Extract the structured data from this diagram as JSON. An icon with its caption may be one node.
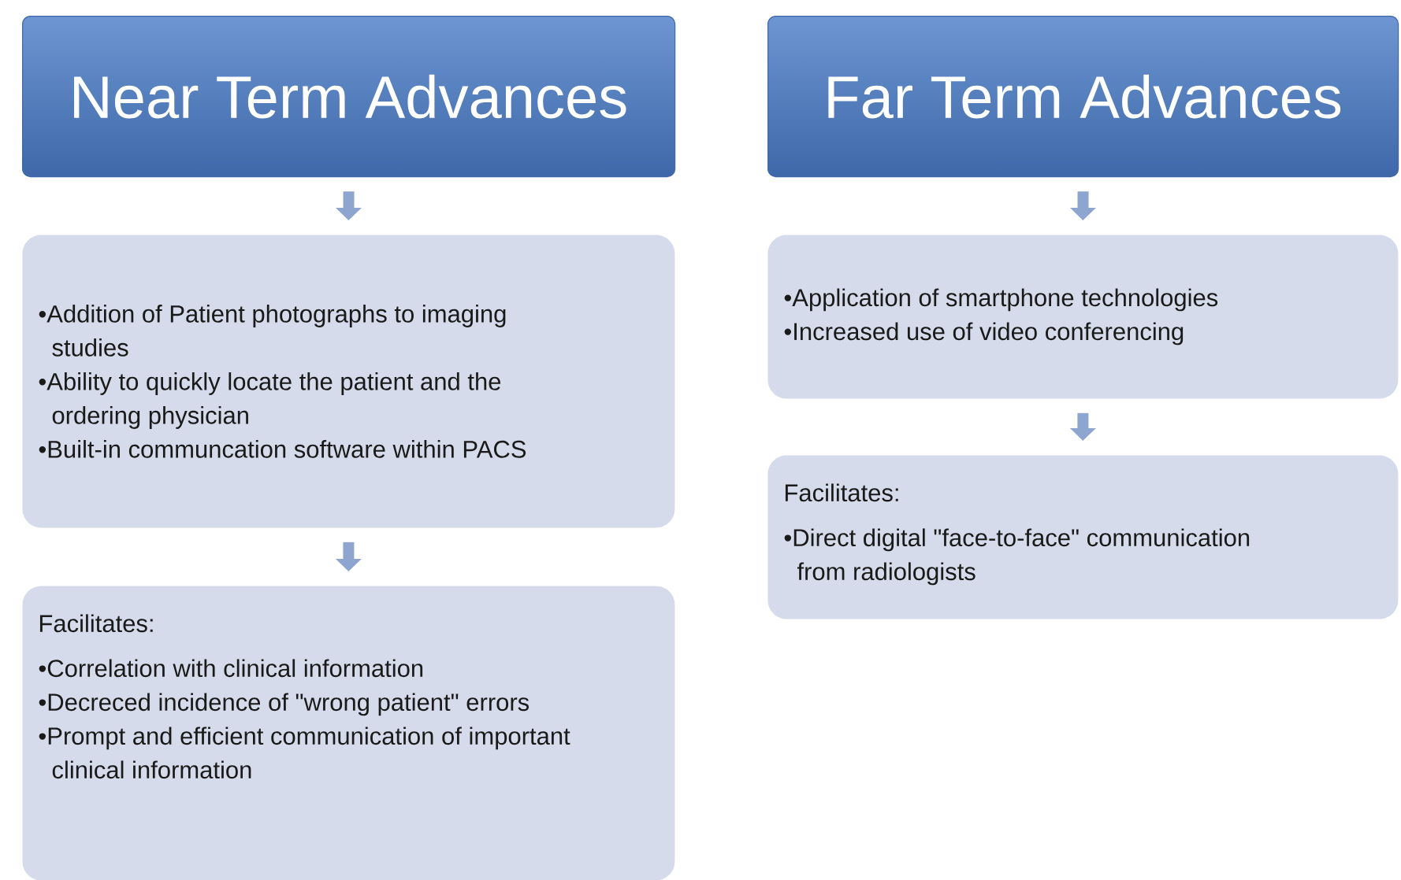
{
  "diagram": {
    "nodes": [
      {
        "text": [
          "Near Term Advances"
        ]
      },
      {
        "text": [
          "•Addition of Patient photographs to imaging studies",
          "•Ability to quickly locate the patient and the ordering physician",
          "•Built-in communcation software within PACS"
        ]
      },
      {
        "text": [
          "Facilitates:",
          "•Correlation with clinical information",
          "•Decreced incidence of \"wrong patient\" errors",
          "•Prompt and efficient communication of important clinical information"
        ]
      },
      {
        "text": [
          "Far Term Advances"
        ]
      },
      {
        "text": [
          "•Application of smartphone technologies",
          "•Increased use of video conferencing"
        ]
      },
      {
        "text": [
          "Facilitates:",
          "•Direct digital \"face-to-face\" communication from radiologists"
        ]
      }
    ],
    "edges": [
      {
        "from": 0,
        "to": 1,
        "arrow": "to"
      },
      {
        "from": 1,
        "to": 2,
        "arrow": "to"
      },
      {
        "from": 3,
        "to": 4,
        "arrow": "to"
      },
      {
        "from": 4,
        "to": 5,
        "arrow": "to"
      }
    ]
  }
}
